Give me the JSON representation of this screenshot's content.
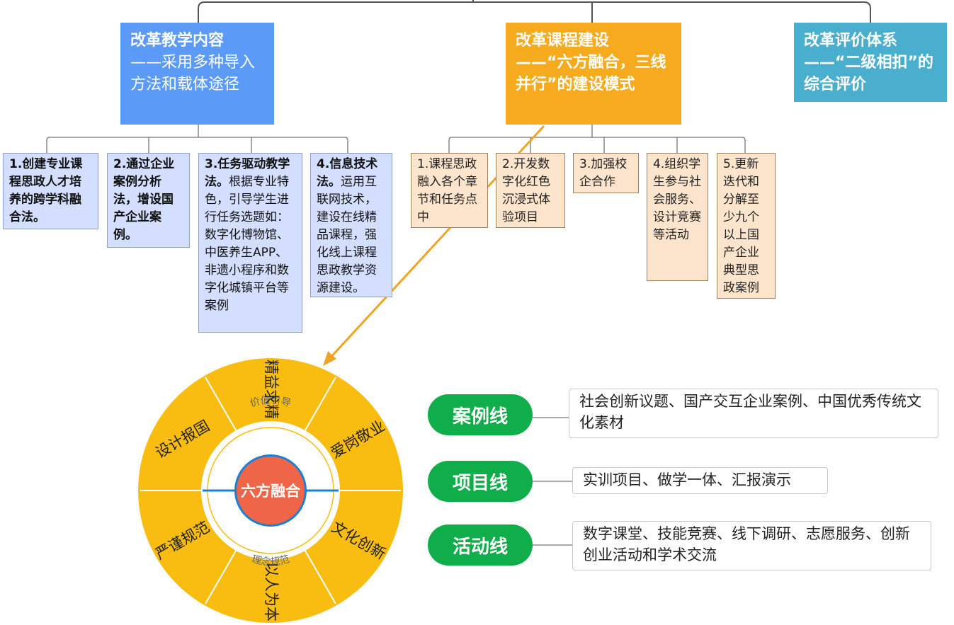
{
  "branches": {
    "teaching": {
      "title": "改革教学内容",
      "subtitle": "——采用多种导入方法和载体途径",
      "items": [
        {
          "bold": "1.创建专业课程思政人才培养的跨学科融合法。",
          "text": ""
        },
        {
          "bold": "2.通过企业案例分析法，增设国产企业案例。",
          "text": ""
        },
        {
          "bold": "3.任务驱动教学法。",
          "text": "根据专业特色，引导学生进行任务选题如：数字化博物馆、中医养生APP、非遗小程序和数字化城镇平台等案例"
        },
        {
          "bold": "4.信息技术法。",
          "text": "运用互联网技术，建设在线精品课程，强化线上课程思政教学资源建设。"
        }
      ]
    },
    "course": {
      "title": "改革课程建设",
      "subtitle": "——“六方融合，三线并行”的建设模式",
      "items": [
        "1.课程思政融入各个章节和任务点中",
        "2.开发数字化红色沉浸式体验项目",
        "3.加强校企合作",
        "4.组织学生参与社会服务、设计竞赛等活动",
        "5.更新迭代和分解至少九个以上国产企业典型思政案例"
      ]
    },
    "evaluation": {
      "title": "改革评价体系",
      "subtitle": "——“二级相扣”的综合评价"
    }
  },
  "wheel": {
    "center": "六方融合",
    "upper_ring": "价值引导",
    "lower_ring": "理念规范",
    "segments": [
      "精益求精",
      "爱岗敬业",
      "文化创新",
      "以人为本",
      "严谨规范",
      "设计报国"
    ]
  },
  "lines": [
    {
      "name": "案例线",
      "desc": "社会创新议题、国产交互企业案例、中国优秀传统文化素材"
    },
    {
      "name": "项目线",
      "desc": "实训项目、做学一体、汇报演示"
    },
    {
      "name": "活动线",
      "desc": "数字课堂、技能竞赛、线下调研、志愿服务、创新创业活动和学术交流"
    }
  ],
  "colors": {
    "blue": "#5b9bf7",
    "orange": "#f5ab1d",
    "teal": "#4aaecf",
    "light_blue": "#d4deff",
    "peach": "#fde4cc",
    "wheel_yellow": "#f9bd12",
    "center_red": "#ee6548",
    "green": "#0fae4b"
  }
}
